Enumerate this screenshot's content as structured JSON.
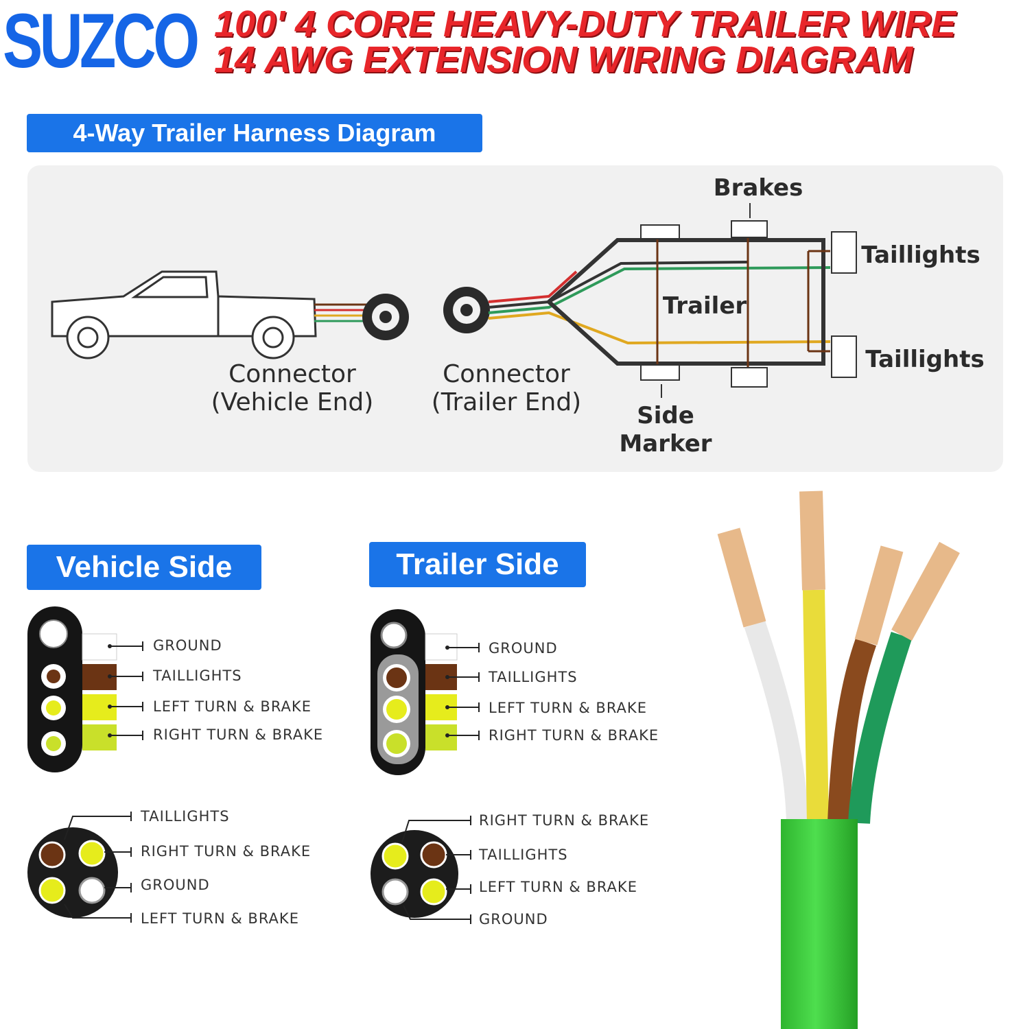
{
  "brand": {
    "logo_text": "SUZCO"
  },
  "title": {
    "line1": "100' 4 CORE HEAVY-DUTY TRAILER WIRE",
    "line2": "14 AWG EXTENSION WIRING DIAGRAM"
  },
  "harness": {
    "heading": "4-Way Trailer Harness Diagram",
    "labels": {
      "brakes": "Brakes",
      "taillights_top": "Taillights",
      "taillights_bottom": "Taillights",
      "trailer": "Trailer",
      "connector_vehicle_1": "Connector",
      "connector_vehicle_2": "(Vehicle End)",
      "connector_trailer_1": "Connector",
      "connector_trailer_2": "(Trailer End)",
      "side_marker_1": "Side",
      "side_marker_2": "Marker"
    }
  },
  "vehicle_side": {
    "heading": "Vehicle Side",
    "flat_pins": [
      "GROUND",
      "TAILLIGHTS",
      "LEFT TURN & BRAKE",
      "RIGHT TURN & BRAKE"
    ],
    "round_pins": [
      "TAILLIGHTS",
      "RIGHT TURN & BRAKE",
      "GROUND",
      "LEFT TURN & BRAKE"
    ]
  },
  "trailer_side": {
    "heading": "Trailer Side",
    "flat_pins": [
      "GROUND",
      "TAILLIGHTS",
      "LEFT TURN & BRAKE",
      "RIGHT TURN & BRAKE"
    ],
    "round_pins": [
      "RIGHT TURN & BRAKE",
      "TAILLIGHTS",
      "LEFT TURN & BRAKE",
      "GROUND"
    ]
  },
  "colors": {
    "accent_blue": "#1a74e8",
    "title_red": "#e8262a",
    "wire_white": "#ffffff",
    "wire_brown": "#6b3414",
    "wire_yellow": "#e6ec1c",
    "wire_green": "#1f9a5a",
    "cable_jacket": "#3fcf3f"
  }
}
